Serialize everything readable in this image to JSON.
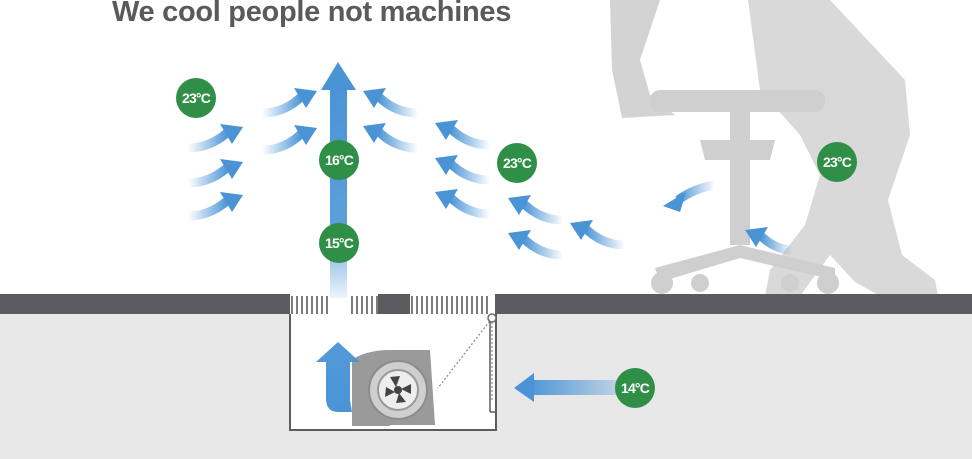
{
  "title": "We cool people not machines",
  "colors": {
    "title": "#5a5a5a",
    "floor": "#5b5c5f",
    "subfloor": "#e8e8e8",
    "air": "#4a94d6",
    "badge": "#2f8f47",
    "chair_silhouette": "#d9d9d9"
  },
  "temperatures": {
    "room_left": "23°C",
    "supply_upper": "16°C",
    "supply_outlet": "15°C",
    "room_middle": "23°C",
    "room_right": "23°C",
    "underfloor_intake": "14°C"
  },
  "icons": [
    "fan-icon",
    "up-arrow-icon",
    "intake-arrow-icon",
    "chair-silhouette-icon",
    "person-silhouette-icon"
  ]
}
